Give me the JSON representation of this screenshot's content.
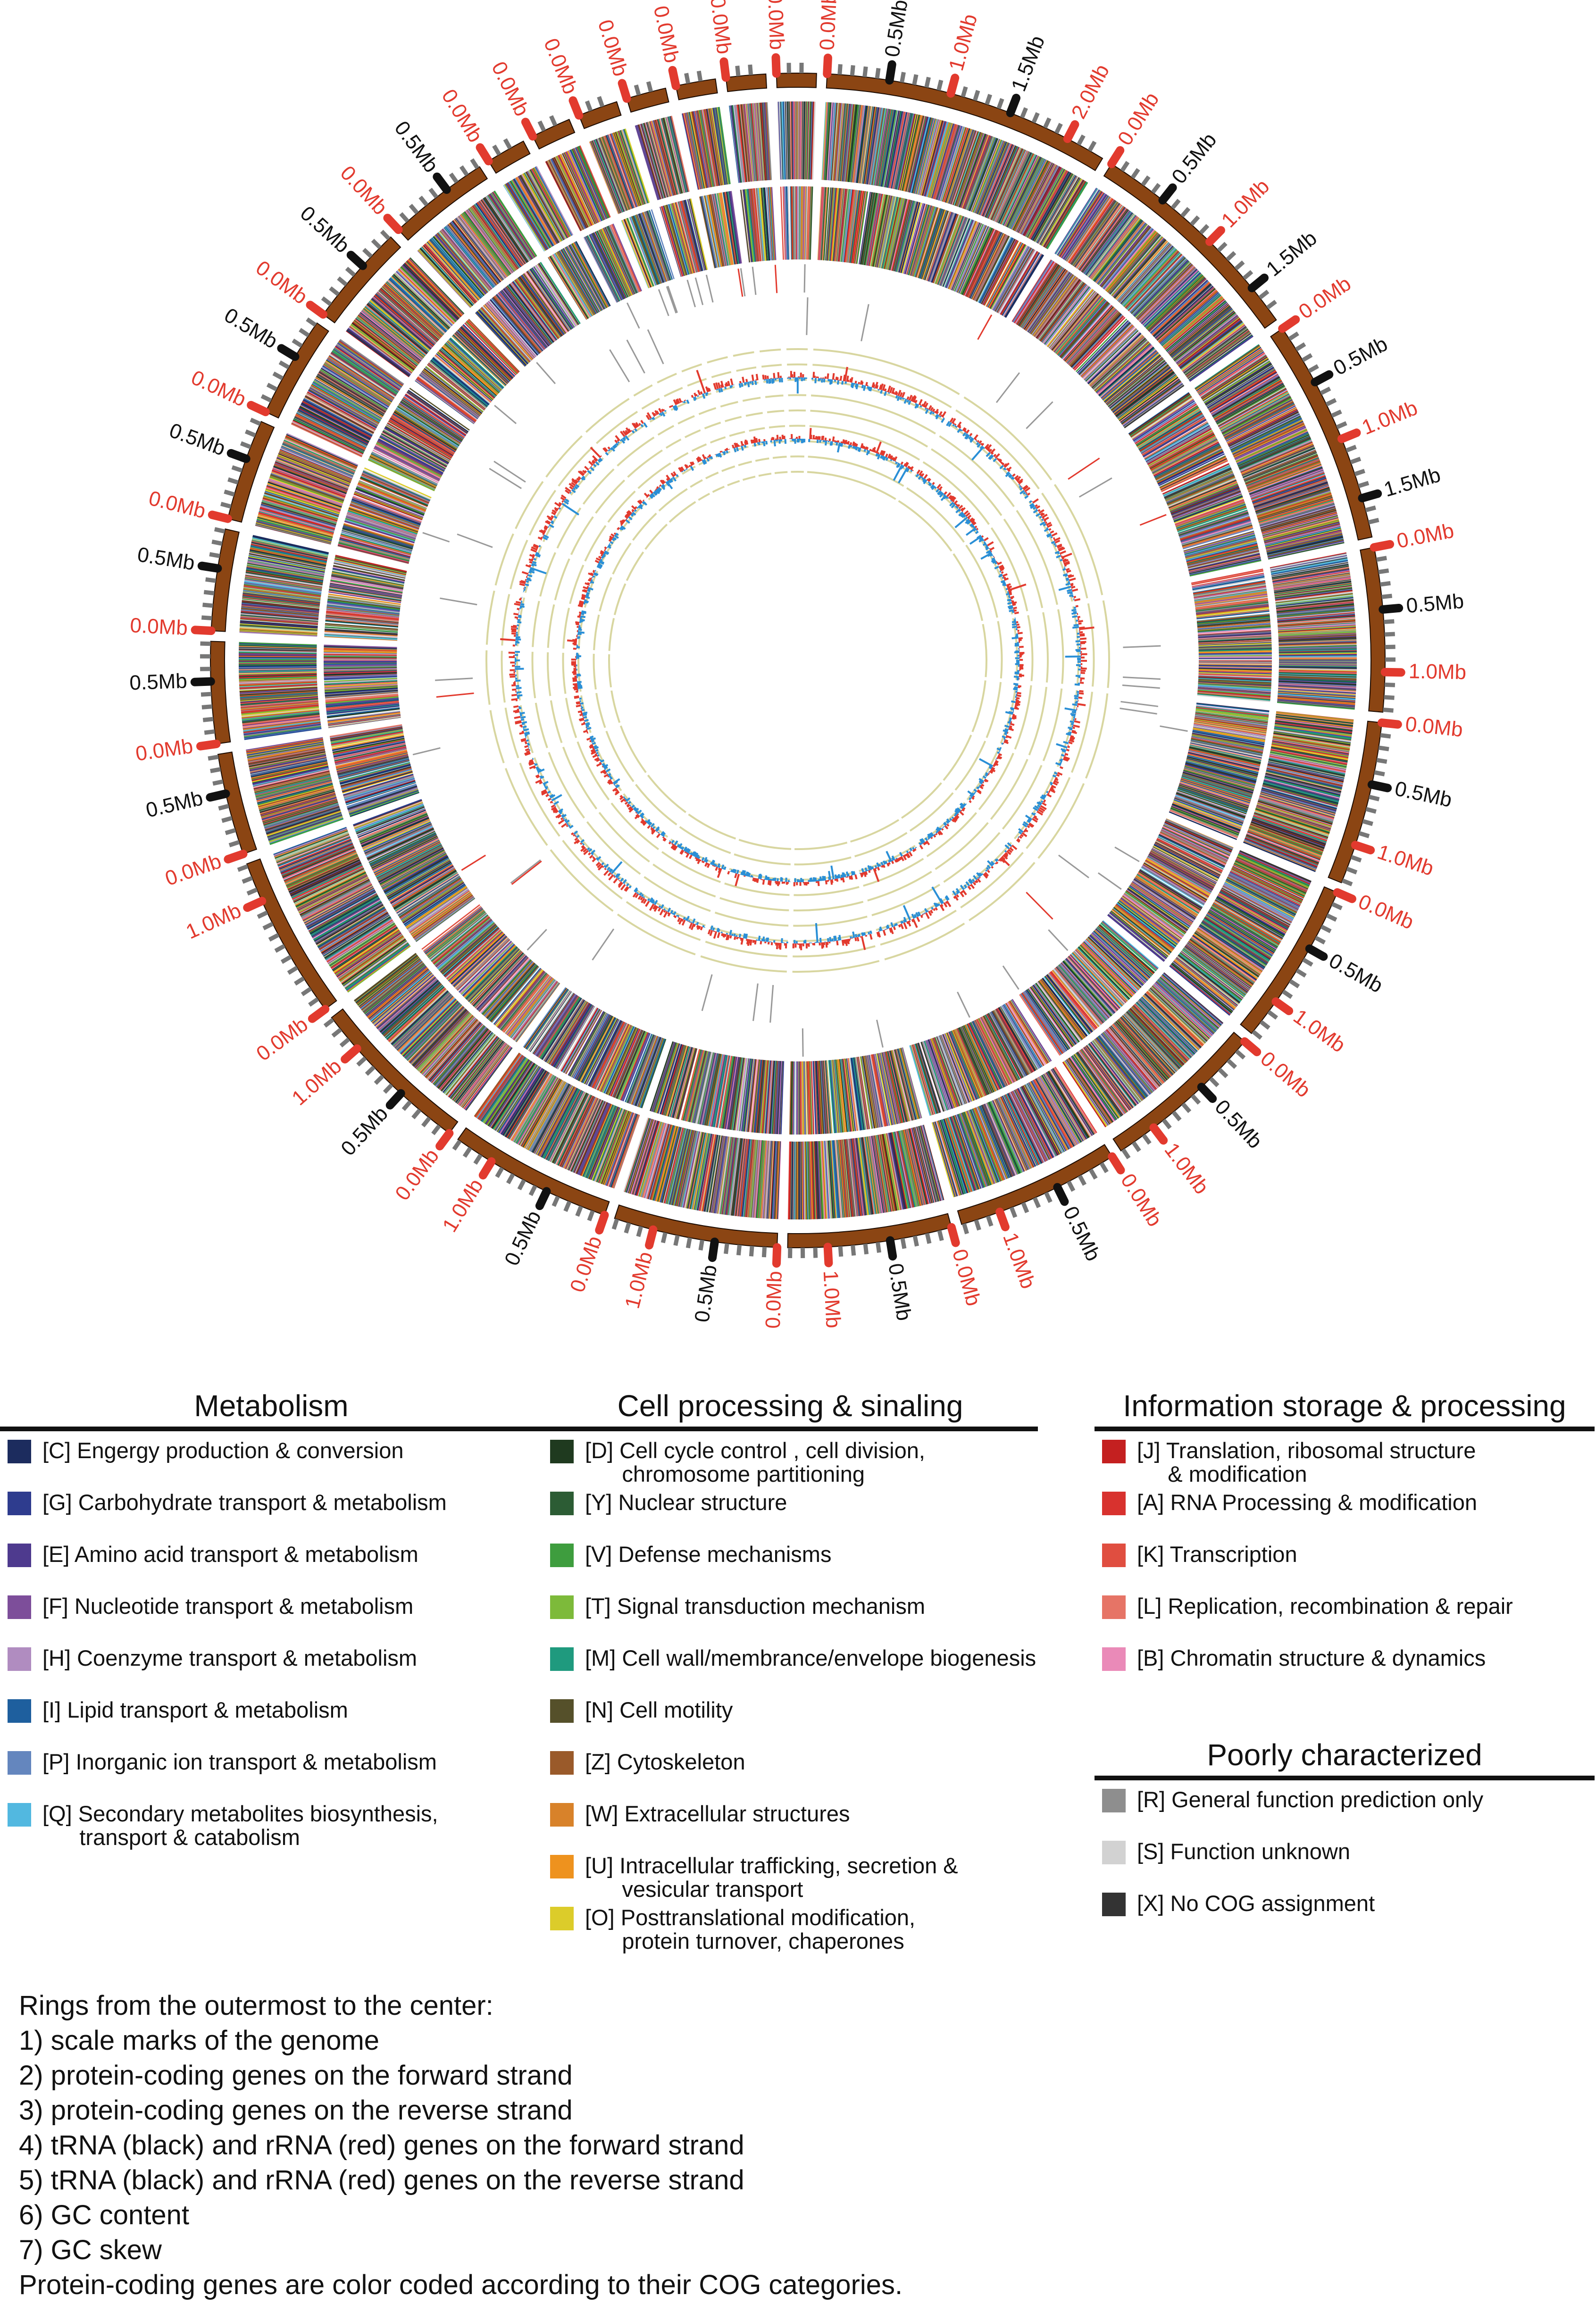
{
  "chart_data": {
    "type": "circos",
    "contig_ticks": [
      [
        "0.0Mb",
        "0.5Mb",
        "1.0Mb",
        "1.5Mb",
        "2.0Mb"
      ],
      [
        "0.0Mb",
        "0.5Mb",
        "1.0Mb",
        "1.5Mb"
      ],
      [
        "0.0Mb",
        "0.5Mb",
        "1.0Mb",
        "1.5Mb"
      ],
      [
        "0.0Mb",
        "0.5Mb",
        "1.0Mb"
      ],
      [
        "0.0Mb",
        "0.5Mb",
        "1.0Mb"
      ],
      [
        "0.0Mb",
        "0.5Mb",
        "1.0Mb"
      ],
      [
        "0.0Mb",
        "0.5Mb",
        "1.0Mb"
      ],
      [
        "0.0Mb",
        "0.5Mb",
        "1.0Mb"
      ],
      [
        "0.0Mb",
        "0.5Mb",
        "1.0Mb"
      ],
      [
        "0.0Mb",
        "0.5Mb",
        "1.0Mb"
      ],
      [
        "0.0Mb",
        "0.5Mb",
        "1.0Mb"
      ],
      [
        "0.0Mb",
        "0.5Mb",
        "1.0Mb"
      ],
      [
        "0.0Mb",
        "1.0Mb"
      ],
      [
        "0.0Mb",
        "0.5Mb"
      ],
      [
        "0.0Mb",
        "0.5Mb"
      ],
      [
        "0.0Mb",
        "0.5Mb"
      ],
      [
        "0.0Mb",
        "0.5Mb"
      ],
      [
        "0.0Mb",
        "0.5Mb"
      ],
      [
        "0.0Mb",
        "0.5Mb"
      ],
      [
        "0.0Mb",
        "0.5Mb"
      ],
      [
        "0.0Mb"
      ],
      [
        "0.0Mb"
      ],
      [
        "0.0Mb"
      ],
      [
        "0.0Mb"
      ],
      [
        "0.0Mb"
      ],
      [
        "0.0Mb"
      ],
      [
        "0.0Mb"
      ]
    ],
    "tick_colors": {
      "0.0Mb": "#e23a2e",
      "1.0Mb": "#e23a2e",
      "2.0Mb": "#e23a2e",
      "0.5Mb": "#111111",
      "1.5Mb": "#111111"
    },
    "backbone_color": "#8b4513",
    "gc_content_color": "#e23a2e",
    "gc_skew_color": "#2a8fd6",
    "grid_color": "#d8d6a0"
  },
  "legend": {
    "columns": [
      {
        "title": "Metabolism",
        "entries": [
          {
            "label": "[C] Engergy production & conversion",
            "color": "#1c2c5e"
          },
          {
            "label": "[G] Carbohydrate transport & metabolism",
            "color": "#2e3c8e"
          },
          {
            "label": "[E] Amino acid transport & metabolism",
            "color": "#4e3a8e"
          },
          {
            "label": "[F] Nucleotide transport & metabolism",
            "color": "#7d4e9a"
          },
          {
            "label": "[H] Coenzyme transport & metabolism",
            "color": "#b08cc0"
          },
          {
            "label": "[I] Lipid transport & metabolism",
            "color": "#1e5f9e"
          },
          {
            "label": "[P] Inorganic ion transport & metabolism",
            "color": "#6486be"
          },
          {
            "label": "[Q] Secondary metabolites biosynthesis,\n      transport & catabolism",
            "color": "#52b8e0"
          }
        ]
      },
      {
        "title": "Cell processing & sinaling",
        "entries": [
          {
            "label": "[D] Cell cycle control , cell division,\n      chromosome partitioning",
            "color": "#1f3a1f"
          },
          {
            "label": "[Y] Nuclear structure",
            "color": "#2c5c34"
          },
          {
            "label": "[V] Defense mechanisms",
            "color": "#3e9d3e"
          },
          {
            "label": "[T] Signal transduction mechanism",
            "color": "#7dba3a"
          },
          {
            "label": "[M] Cell wall/membrance/envelope biogenesis",
            "color": "#1f9a7e"
          },
          {
            "label": "[N] Cell motility",
            "color": "#55502a"
          },
          {
            "label": "[Z] Cytoskeleton",
            "color": "#9a5a2a"
          },
          {
            "label": "[W] Extracellular structures",
            "color": "#d8822a"
          },
          {
            "label": "[U] Intracellular trafficking, secretion &\n      vesicular transport",
            "color": "#ee921e"
          },
          {
            "label": "[O] Posttranslational modification,\n      protein turnover, chaperones",
            "color": "#dccc2a"
          }
        ]
      },
      {
        "title": "Information storage & processing",
        "entries": [
          {
            "label": "[J] Translation, ribosomal structure\n     & modification",
            "color": "#c42020"
          },
          {
            "label": "[A] RNA Processing & modification",
            "color": "#d8322e"
          },
          {
            "label": "[K] Transcription",
            "color": "#e04e40"
          },
          {
            "label": "[L] Replication, recombination & repair",
            "color": "#e67466"
          },
          {
            "label": "[B] Chromatin structure & dynamics",
            "color": "#ea8ab8"
          }
        ],
        "sub_title": "Poorly characterized",
        "sub_entries": [
          {
            "label": "[R] General function prediction only",
            "color": "#8e8e8e"
          },
          {
            "label": "[S] Function unknown",
            "color": "#d2d2d2"
          },
          {
            "label": "[X] No COG assignment",
            "color": "#333333"
          }
        ]
      }
    ]
  },
  "notes": [
    "Rings from the outermost to the center:",
    "1) scale marks of the genome",
    "2) protein-coding genes on the forward strand",
    "3) protein-coding genes on the reverse strand",
    "4) tRNA (black) and rRNA (red) genes on the forward strand",
    "5) tRNA (black) and rRNA (red) genes on the reverse strand",
    "6) GC content",
    "7) GC skew",
    "Protein-coding genes are color coded according to their COG categories."
  ]
}
